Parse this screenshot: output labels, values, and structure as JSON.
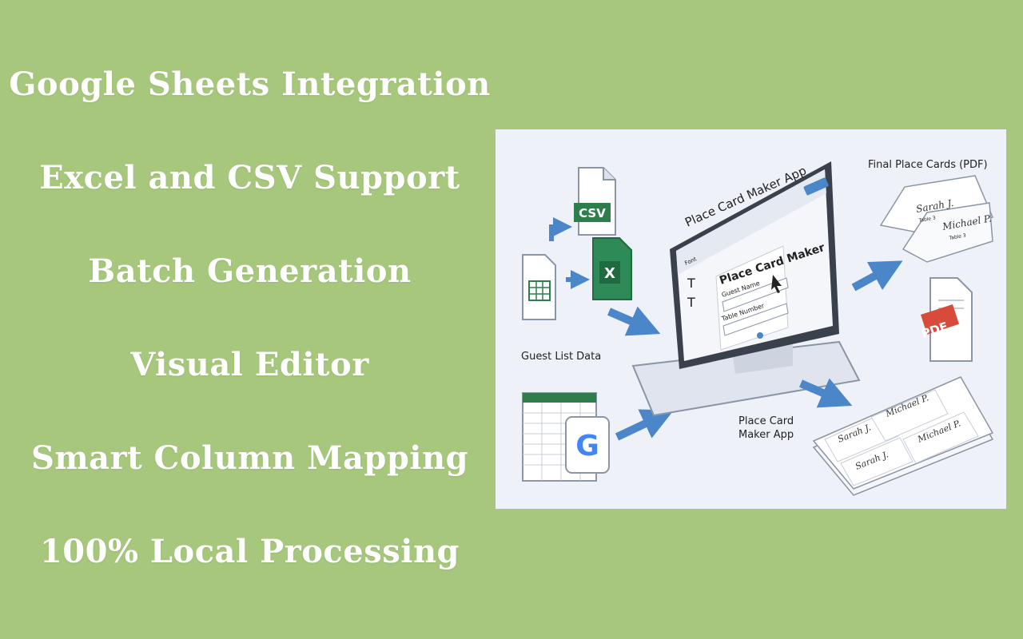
{
  "features": [
    "Google Sheets Integration",
    "Excel and CSV Support",
    "Batch Generation",
    "Visual Editor",
    "Smart Column Mapping",
    "100% Local Processing"
  ],
  "illustration": {
    "app_title": "Place Card Maker App",
    "final_cards_label": "Final Place Cards (PDF)",
    "guest_list_label": "Guest List Data",
    "app_label_line1": "Place Card",
    "app_label_line2": "Maker App",
    "editor": {
      "font_select": "Font",
      "heading": "Place Card Maker",
      "field1": "Guest Name",
      "field2": "Table Number"
    },
    "files": {
      "csv": "CSV",
      "excel": "X",
      "pdf": "PDF",
      "google": "G"
    },
    "cards": [
      {
        "name": "Sarah J.",
        "table": "Table 3"
      },
      {
        "name": "Michael P.",
        "table": "Table 3"
      }
    ],
    "colors": {
      "background": "#a7c77d",
      "arrow": "#4a86c8",
      "excel": "#1f7a45",
      "pdf": "#d84a3a"
    }
  }
}
